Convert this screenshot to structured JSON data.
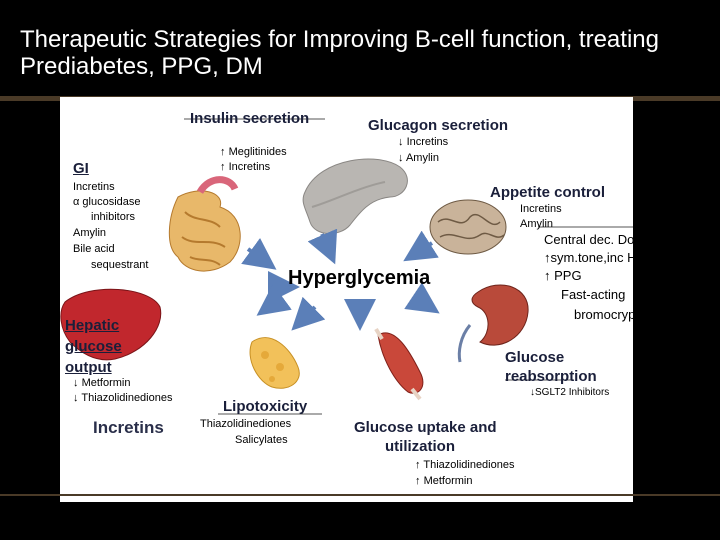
{
  "title": "Therapeutic Strategies for Improving B-cell function, treating Prediabetes, PPG, DM",
  "center": "Hyperglycemia",
  "insulin": {
    "heading": "Insulin secretion",
    "items": [
      "Meglitinides",
      "Incretins"
    ]
  },
  "glucagon": {
    "heading": "Glucagon secretion",
    "items": [
      "Incretins",
      "Amylin"
    ]
  },
  "gi": {
    "heading": "GI",
    "items": [
      "Incretins",
      "α glucosidase",
      "inhibitors",
      "Amylin",
      "Bile acid",
      "sequestrant"
    ]
  },
  "appetite": {
    "heading": "Appetite control",
    "items": [
      "Incretins",
      "Amylin"
    ]
  },
  "central": {
    "heading": "Central dec. Dopa",
    "items": [
      "sym.tone,inc HGP,",
      "PPG",
      "Fast-acting",
      "bromocryptine"
    ]
  },
  "hepatic": {
    "heading": [
      "Hepatic",
      "glucose",
      "output"
    ],
    "items": [
      "Metformin",
      "Thiazolidinediones"
    ],
    "extra": "Incretins"
  },
  "lipotoxicity": {
    "heading": "Lipotoxicity",
    "items": [
      "Thiazolidinediones",
      "Salicylates"
    ]
  },
  "uptake": {
    "heading": [
      "Glucose uptake and",
      "utilization"
    ],
    "items": [
      "Thiazolidinediones",
      "Metformin"
    ]
  },
  "reabsorption": {
    "heading": [
      "Glucose",
      "reabsorption"
    ],
    "items": [
      "SGLT2 Inhibitors"
    ]
  },
  "colors": {
    "arrow": "#5b7fb8",
    "heading": "#1a1f3a",
    "rule": "#4a3a27"
  },
  "icons": [
    "pancreas-icon",
    "intestine-icon",
    "brain-icon",
    "liver-icon",
    "adipose-icon",
    "muscle-icon",
    "kidney-icon",
    "arrow-up-icon",
    "arrow-down-icon"
  ]
}
